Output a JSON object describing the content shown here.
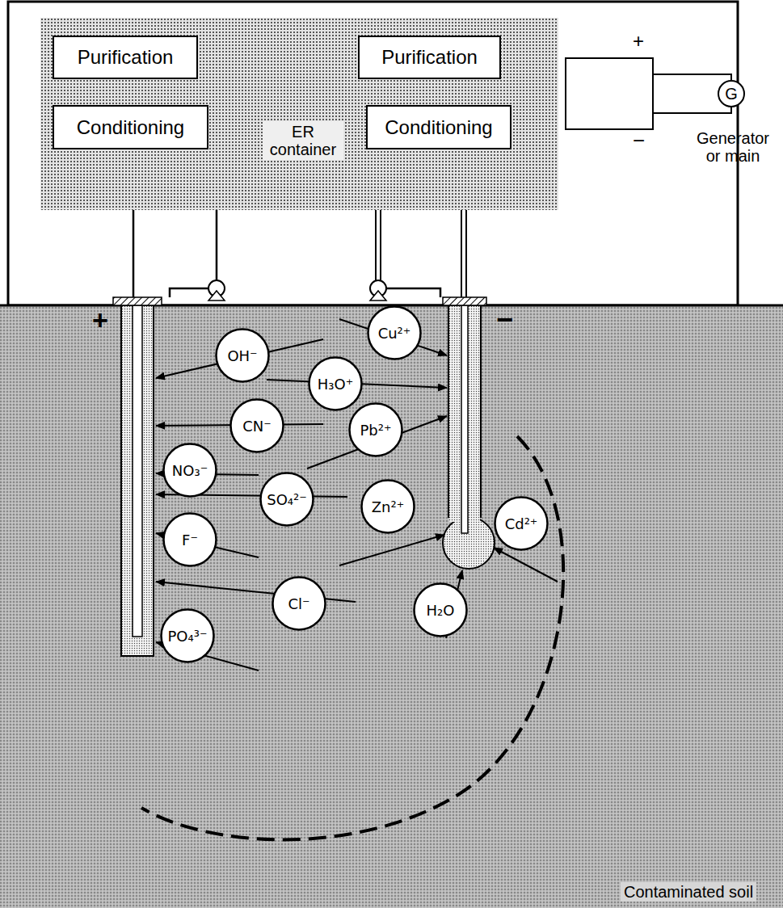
{
  "diagram": {
    "nodes": [
      {
        "text": [
          "ER container"
        ]
      },
      {
        "text": [
          "Purification"
        ],
        "in": 0
      },
      {
        "text": [
          "Conditioning"
        ],
        "in": 0
      },
      {
        "text": [
          "Purification"
        ],
        "in": 0
      },
      {
        "text": [
          "Conditioning"
        ],
        "in": 0
      },
      {
        "text": [
          "G",
          "Generator or main"
        ]
      },
      {
        "text": [
          "Cu²⁺"
        ]
      },
      {
        "text": [
          "OH⁻"
        ]
      },
      {
        "text": [
          "H₃O⁺"
        ]
      },
      {
        "text": [
          "CN⁻"
        ]
      },
      {
        "text": [
          "Pb²⁺"
        ]
      },
      {
        "text": [
          "NO₃⁻"
        ]
      },
      {
        "text": [
          "SO₄²⁻"
        ]
      },
      {
        "text": [
          "Zn²⁺"
        ]
      },
      {
        "text": [
          "Cd²⁺"
        ]
      },
      {
        "text": [
          "F⁻"
        ]
      },
      {
        "text": [
          "H₂O"
        ]
      },
      {
        "text": [
          "Cl⁻"
        ]
      },
      {
        "text": [
          "PO₄³⁻"
        ]
      }
    ],
    "edges": [
      {
        "from": 1,
        "to": 2,
        "arrow": "none"
      },
      {
        "from": 3,
        "to": 4,
        "arrow": "none"
      }
    ],
    "labels": [
      "+",
      "−",
      "+",
      "−",
      "Contaminated soil"
    ]
  }
}
